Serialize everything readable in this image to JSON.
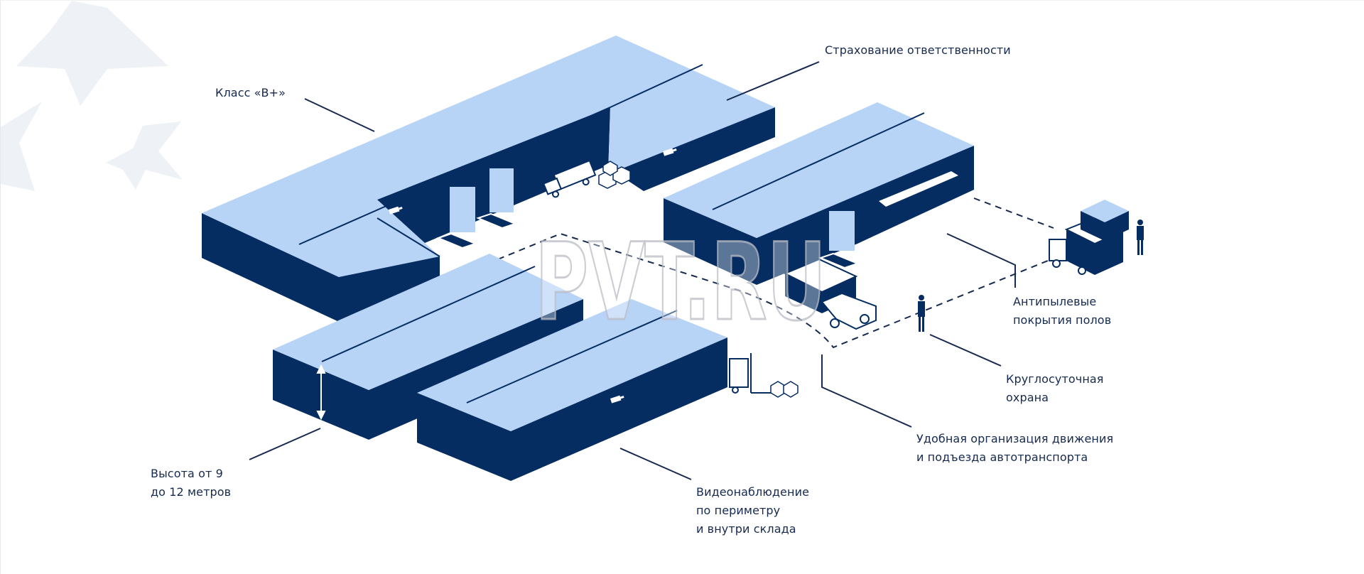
{
  "watermark": {
    "text": "PVT.RU"
  },
  "colors": {
    "roof": "#b7d3f6",
    "wall": "#052d61",
    "line": "#16294f",
    "text": "#16294f",
    "background": "#ffffff",
    "stars": "#eef1f5"
  },
  "icons": [
    "star-decoration",
    "camera-icon",
    "truck-icon",
    "forklift-icon",
    "person-icon",
    "height-arrow-icon",
    "boxes-icon"
  ],
  "callouts": {
    "class": {
      "lines": [
        "Класс «B+»"
      ]
    },
    "insurance": {
      "lines": [
        "Страхование ответственности"
      ]
    },
    "dustproof": {
      "lines": [
        "Антипылевые",
        "покрытия полов"
      ]
    },
    "security": {
      "lines": [
        "Круглосуточная",
        "охрана"
      ]
    },
    "traffic": {
      "lines": [
        "Удобная организация движения",
        "и подъезда автотранспорта"
      ]
    },
    "height": {
      "lines": [
        "Высота от 9",
        "до 12 метров"
      ]
    },
    "video": {
      "lines": [
        "Видеонаблюдение",
        "по периметру",
        "и внутри склада"
      ]
    }
  }
}
